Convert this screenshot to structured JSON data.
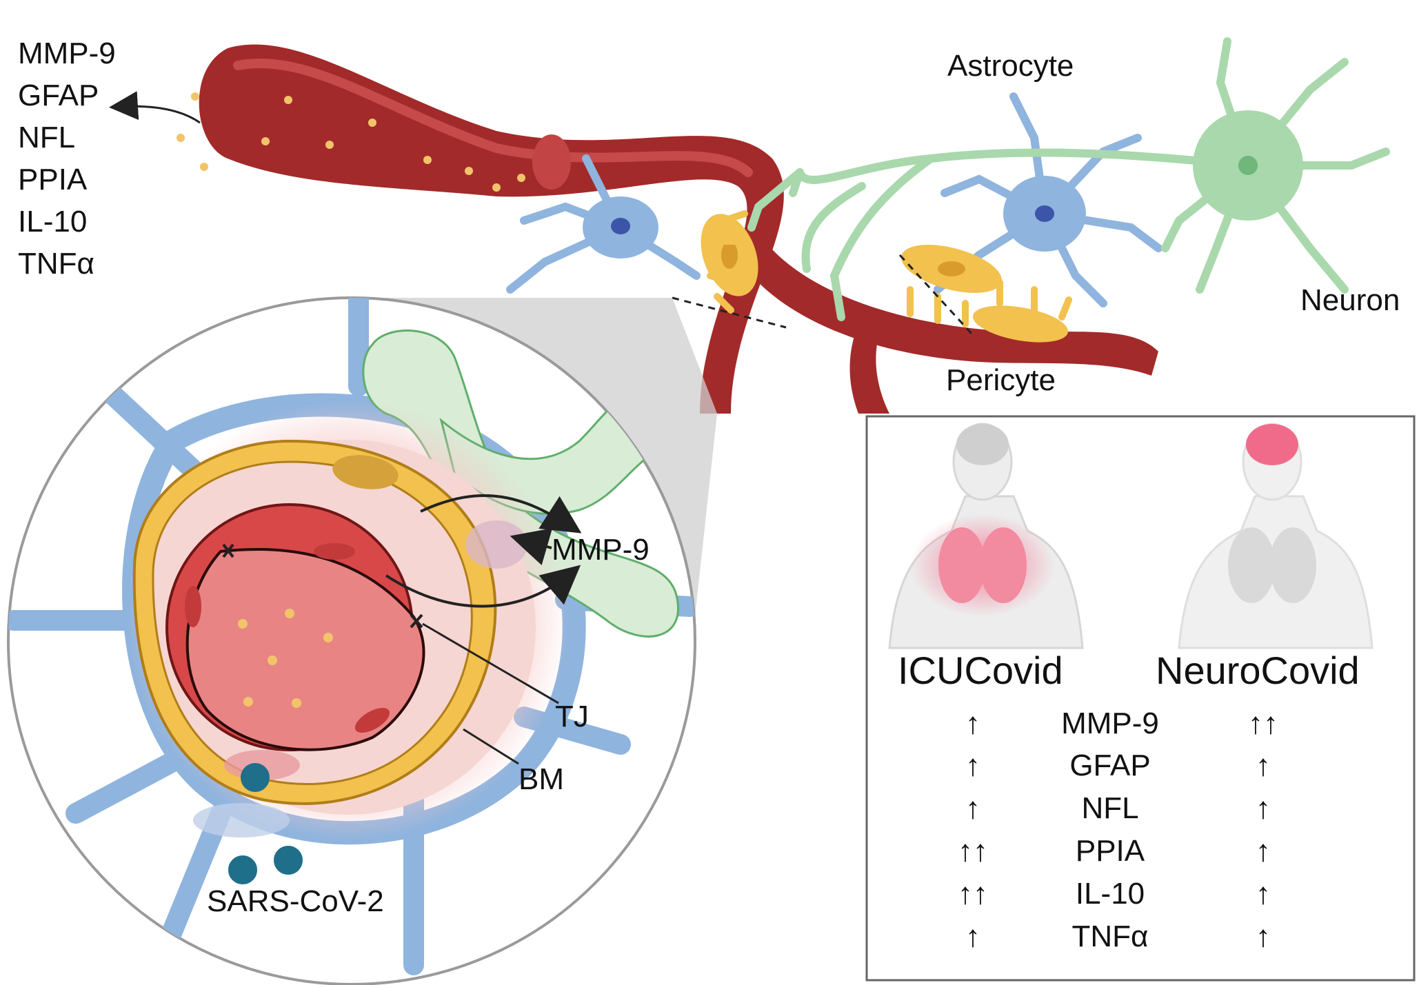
{
  "marker_list": [
    "MMP-9",
    "GFAP",
    "NFL",
    "PPIA",
    "IL-10",
    "TNFα"
  ],
  "labels": {
    "astrocyte": "Astrocyte",
    "neuron": "Neuron",
    "pericyte": "Pericyte",
    "mmp9_zoom": "MMP-9",
    "tj": "TJ",
    "bm": "BM",
    "virus": "SARS-CoV-2"
  },
  "panel": {
    "col1": "ICUCovid",
    "col2": "NeuroCovid",
    "rows": [
      {
        "marker": "MMP-9",
        "icu": "↑",
        "neuro": "↑↑"
      },
      {
        "marker": "GFAP",
        "icu": "↑",
        "neuro": "↑"
      },
      {
        "marker": "NFL",
        "icu": "↑",
        "neuro": "↑"
      },
      {
        "marker": "PPIA",
        "icu": "↑↑",
        "neuro": "↑"
      },
      {
        "marker": "IL-10",
        "icu": "↑↑",
        "neuro": "↑"
      },
      {
        "marker": "TNFα",
        "icu": "↑",
        "neuro": "↑"
      }
    ]
  },
  "colors": {
    "vessel": "#a32a2a",
    "vessel_light": "#d45858",
    "astrocyte": "#8fb4de",
    "astrocyte_nucleus": "#3c55a8",
    "neuron": "#a9d8ad",
    "pericyte": "#f2c14e",
    "lumen": "#e08080",
    "virus": "#1f6f8b",
    "lung_highlight": "#f38aa0",
    "brain_highlight": "#f06b8a"
  }
}
